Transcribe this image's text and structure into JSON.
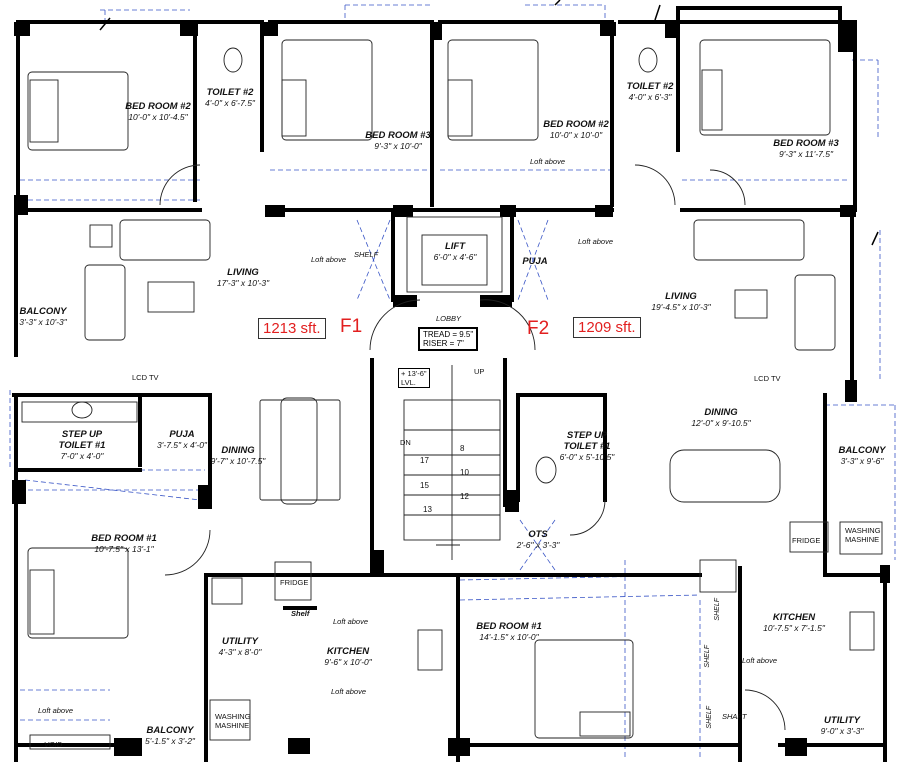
{
  "flats": {
    "f1": {
      "name": "F1",
      "area": "1213 sft."
    },
    "f2": {
      "name": "F2",
      "area": "1209 sft."
    }
  },
  "colors": {
    "flat_label": "#e21f1f",
    "walls": "#000000",
    "dashed": "#3a56c6"
  },
  "rooms": {
    "bed2_left": {
      "name": "BED ROOM #2",
      "dims": "10'-0\" x 10'-4.5\""
    },
    "toilet2_left": {
      "name": "TOILET #2",
      "dims": "4'-0\" x 6'-7.5\""
    },
    "bed3_left": {
      "name": "BED ROOM #3",
      "dims": "9'-3\" x 10'-0\""
    },
    "bed2_right": {
      "name": "BED ROOM #2",
      "dims": "10'-0\" x 10'-0\""
    },
    "toilet2_right": {
      "name": "TOILET #2",
      "dims": "4'-0\" x 6'-3\""
    },
    "bed3_right": {
      "name": "BED ROOM #3",
      "dims": "9'-3\" x 11'-7.5\""
    },
    "lift": {
      "name": "LIFT",
      "dims": "6'-0\" x 4'-6\""
    },
    "puja_right": {
      "name": "PUJA",
      "dims": ""
    },
    "living_left": {
      "name": "LIVING",
      "dims": "17'-3\" x 10'-3\""
    },
    "living_right": {
      "name": "LIVING",
      "dims": "19'-4.5\" x 10'-3\""
    },
    "balcony_left": {
      "name": "BALCONY",
      "dims": "3'-3\" x 10'-3\""
    },
    "step_toilet_left": {
      "name": "STEP UP\nTOILET #1",
      "dims": "7'-0\" x 4'-0\""
    },
    "puja_left": {
      "name": "PUJA",
      "dims": "3'-7.5\" x 4'-0\""
    },
    "dining_left": {
      "name": "DINING",
      "dims": "9'-7\" x 10'-7.5\""
    },
    "step_toilet_right": {
      "name": "STEP UP\nTOILET #1",
      "dims": "6'-0\" x 5'-10.5\""
    },
    "dining_right": {
      "name": "DINING",
      "dims": "12'-0\" x 9'-10.5\""
    },
    "balcony_right": {
      "name": "BALCONY",
      "dims": "3'-3\" x 9'-6\""
    },
    "bed1_left": {
      "name": "BED ROOM #1",
      "dims": "10'-7.5\" x 13'-1\""
    },
    "ots": {
      "name": "OTS",
      "dims": "2'-6\" x 3'-3\""
    },
    "utility_left": {
      "name": "UTILITY",
      "dims": "4'-3\" x 8'-0\""
    },
    "kitchen_left": {
      "name": "KITCHEN",
      "dims": "9'-6\" x 10'-0\""
    },
    "bed1_right": {
      "name": "BED ROOM #1",
      "dims": "14'-1.5\" x 10'-0\""
    },
    "kitchen_right": {
      "name": "KITCHEN",
      "dims": "10'-7.5\" x 7'-1.5\""
    },
    "balcony_bottom": {
      "name": "BALCONY",
      "dims": "5'-1.5\" x 3'-2\""
    },
    "utility_right": {
      "name": "UTILITY",
      "dims": "9'-0\" x 3'-3\""
    }
  },
  "notes": {
    "loft_above": "Loft above",
    "shelf": "SHELF",
    "shelf_short": "Shelf",
    "lobby": "LOBBY",
    "lcd_tv": "LCD TV",
    "fridge": "FRIDGE",
    "washing": "WASHING\nMASHINE",
    "shaft": "SHAFT",
    "void": "VOID",
    "up": "UP",
    "dn": "DN",
    "level": "+ 13'-6\"\nLVL."
  },
  "stair": {
    "tread": "TREAD = 9.5\"",
    "riser": "RISER = 7\"",
    "steps": [
      "8",
      "10",
      "12",
      "13",
      "15",
      "17"
    ]
  }
}
